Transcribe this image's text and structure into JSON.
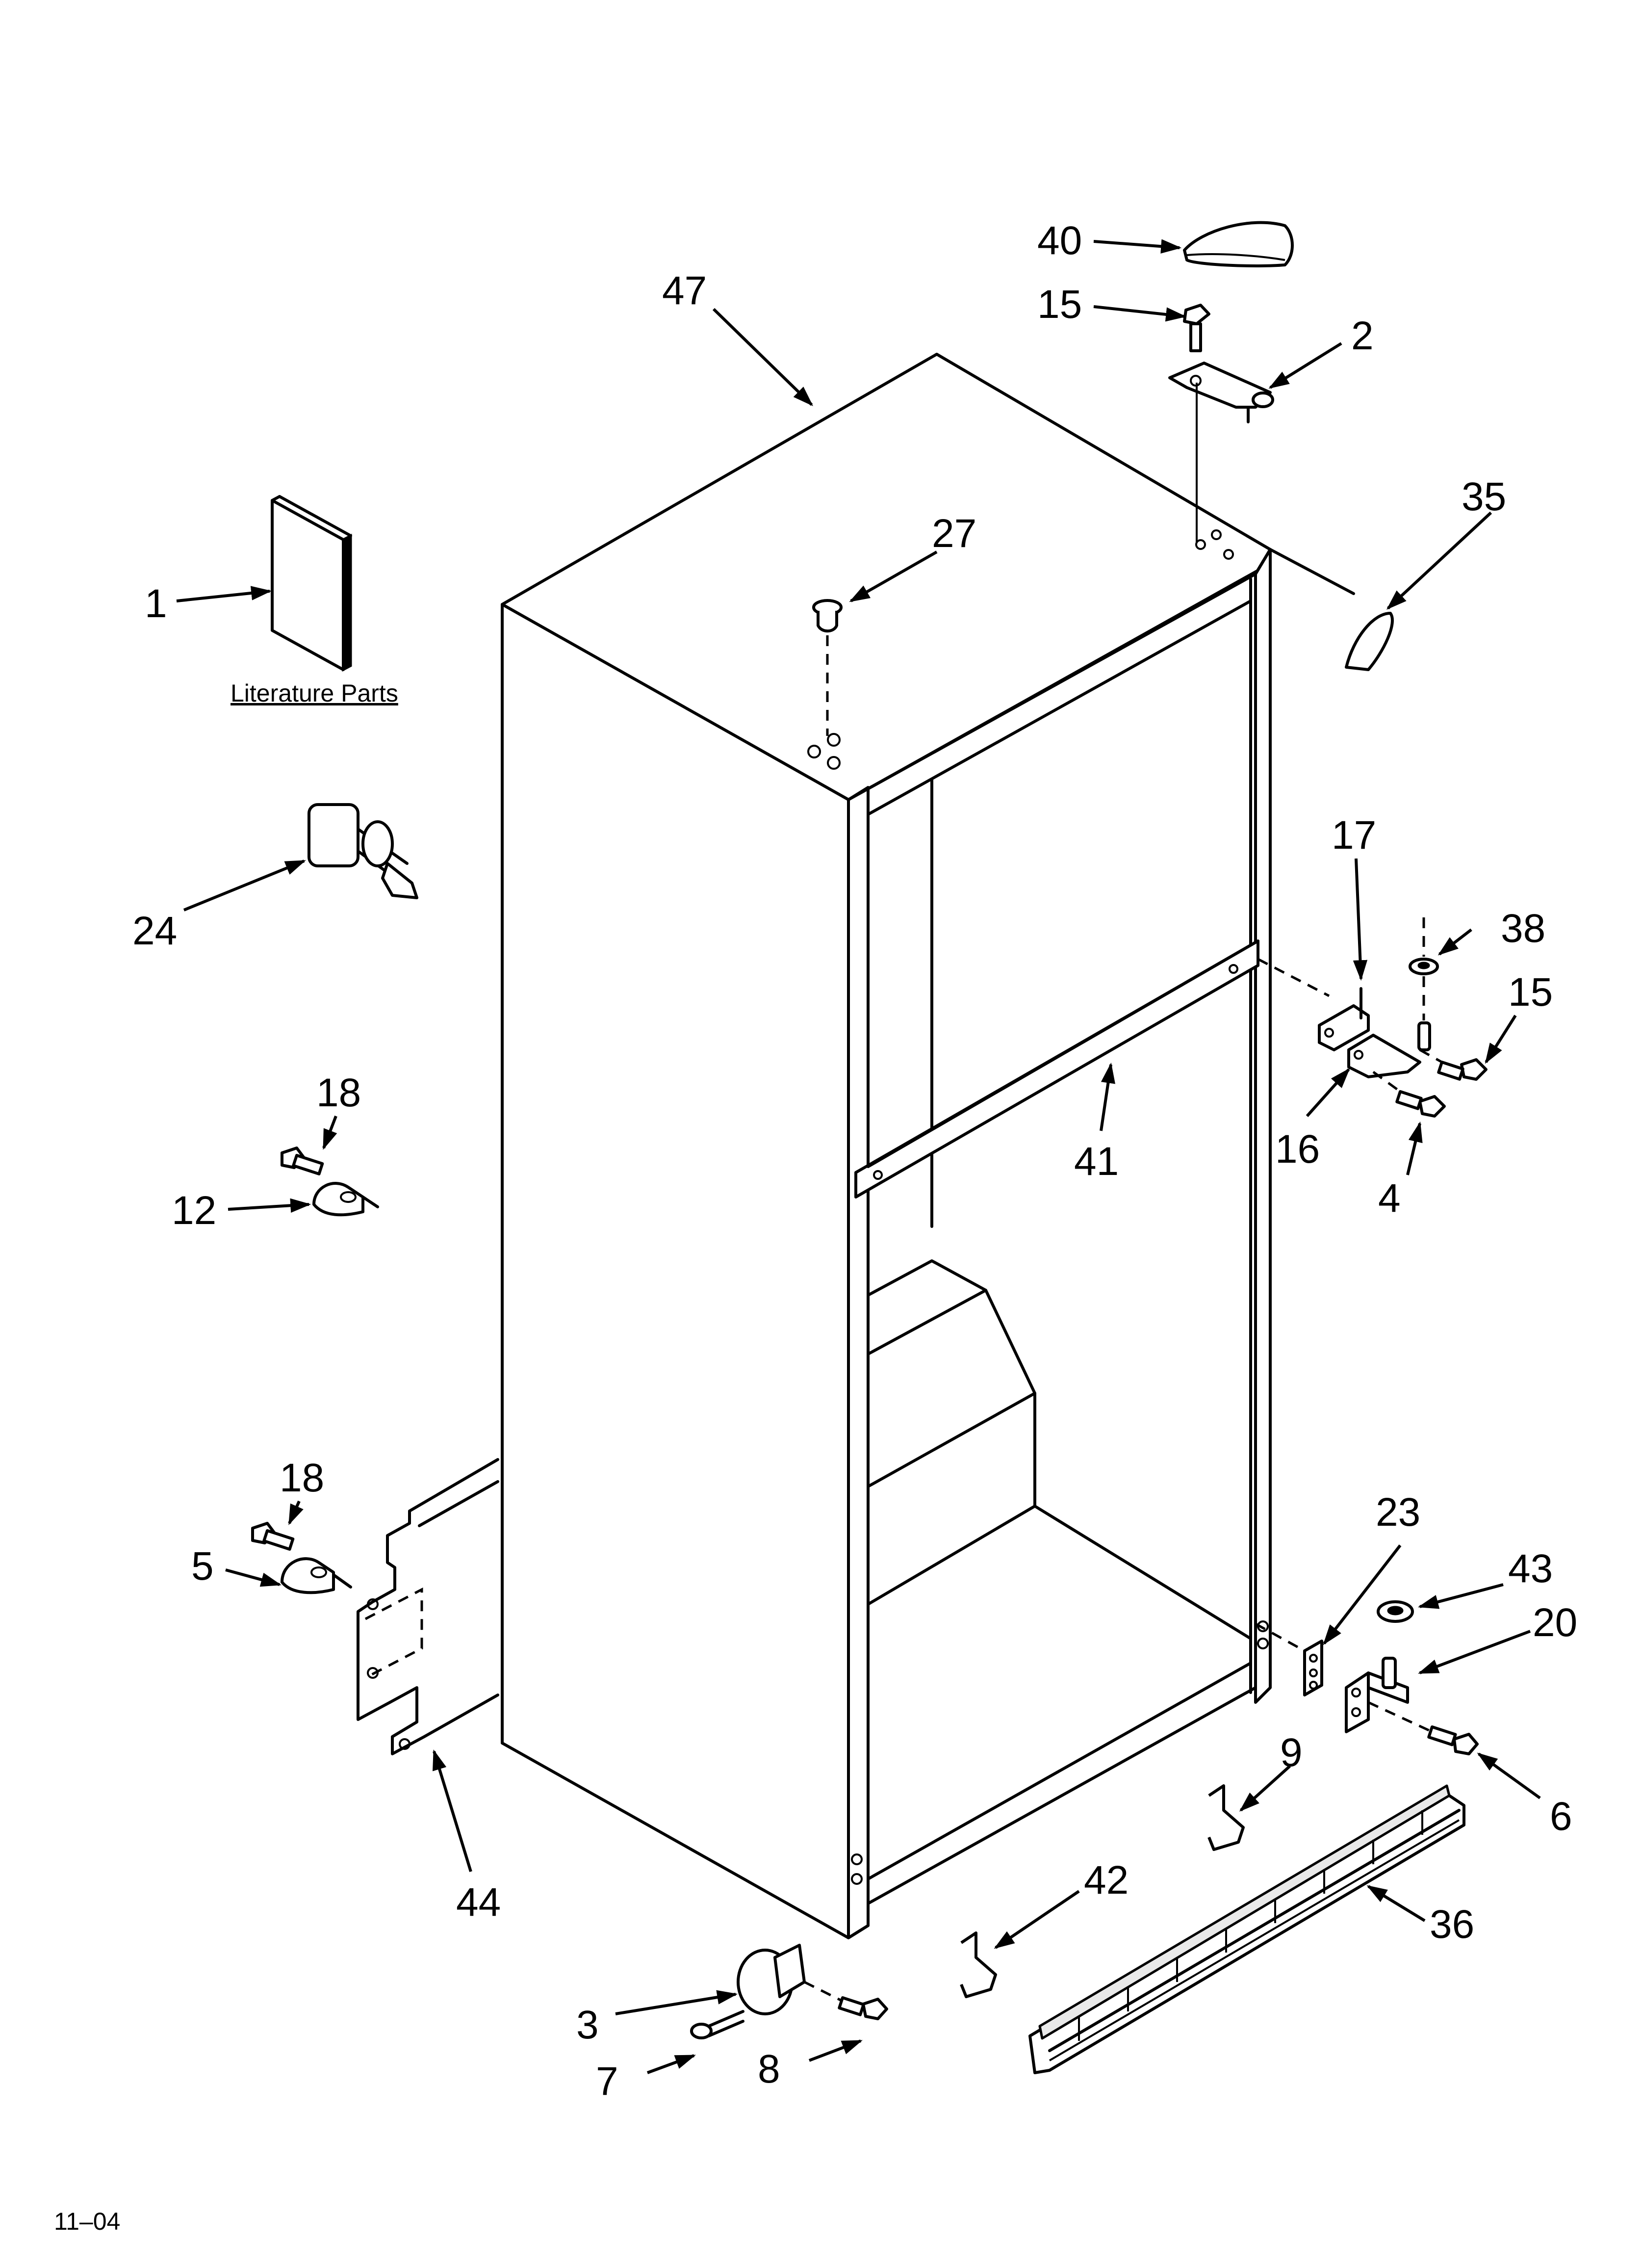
{
  "literature_caption": "Literature Parts",
  "date_code": "11–04",
  "callouts": [
    {
      "id": "c40",
      "text": "40"
    },
    {
      "id": "c47",
      "text": "47"
    },
    {
      "id": "c15a",
      "text": "15"
    },
    {
      "id": "c2",
      "text": "2"
    },
    {
      "id": "c35",
      "text": "35"
    },
    {
      "id": "c27",
      "text": "27"
    },
    {
      "id": "c1",
      "text": "1"
    },
    {
      "id": "c24",
      "text": "24"
    },
    {
      "id": "c17",
      "text": "17"
    },
    {
      "id": "c38",
      "text": "38"
    },
    {
      "id": "c15b",
      "text": "15"
    },
    {
      "id": "c18a",
      "text": "18"
    },
    {
      "id": "c41",
      "text": "41"
    },
    {
      "id": "c16",
      "text": "16"
    },
    {
      "id": "c12",
      "text": "12"
    },
    {
      "id": "c4",
      "text": "4"
    },
    {
      "id": "c18b",
      "text": "18"
    },
    {
      "id": "c23",
      "text": "23"
    },
    {
      "id": "c43",
      "text": "43"
    },
    {
      "id": "c5",
      "text": "5"
    },
    {
      "id": "c20",
      "text": "20"
    },
    {
      "id": "c9",
      "text": "9"
    },
    {
      "id": "c6",
      "text": "6"
    },
    {
      "id": "c44",
      "text": "44"
    },
    {
      "id": "c42",
      "text": "42"
    },
    {
      "id": "c36",
      "text": "36"
    },
    {
      "id": "c3",
      "text": "3"
    },
    {
      "id": "c7",
      "text": "7"
    },
    {
      "id": "c8",
      "text": "8"
    }
  ]
}
